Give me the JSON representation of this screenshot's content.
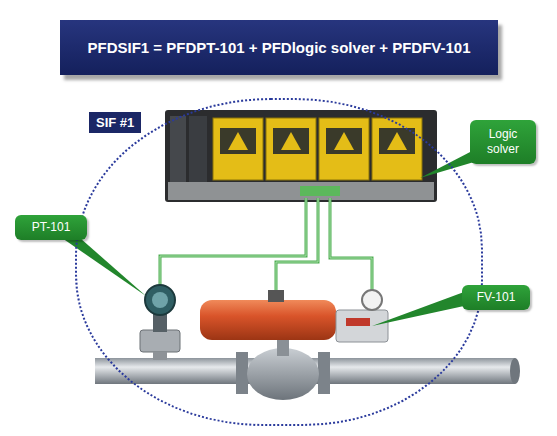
{
  "diagram": {
    "title": "PFDSIF1 = PFDPT-101 + PFDlogic solver + PFDFV-101",
    "nodes": [
      {
        "text": [
          "SIF #1"
        ]
      },
      {
        "text": [
          "Logic solver"
        ]
      },
      {
        "text": [
          "PT-101"
        ]
      },
      {
        "text": [
          "FV-101"
        ]
      }
    ]
  }
}
